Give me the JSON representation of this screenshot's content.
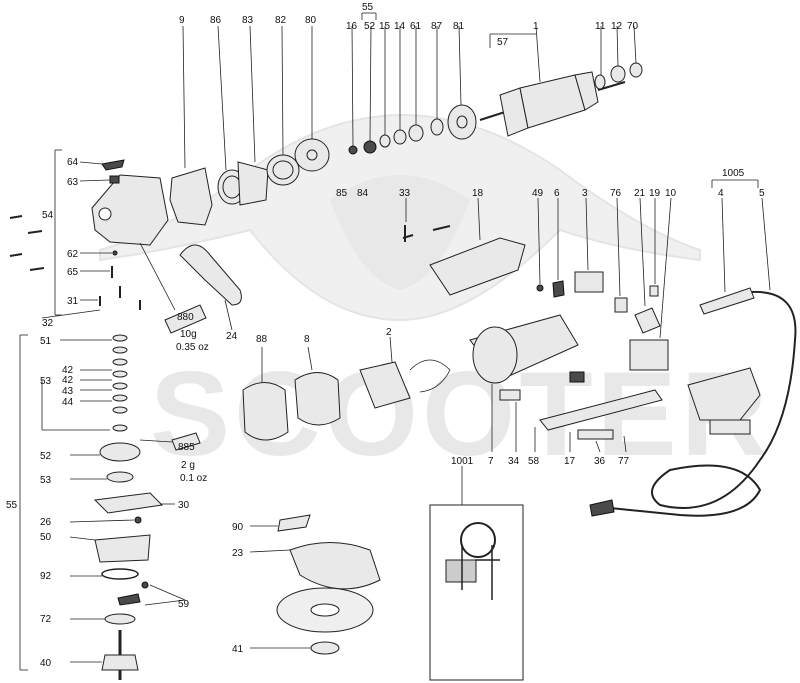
{
  "watermark": {
    "brand_name": "SCOOTER",
    "logo_mark": "tiger-head-logo"
  },
  "labels": {
    "l9": "9",
    "l86": "86",
    "l83": "83",
    "l82": "82",
    "l80": "80",
    "l55top": "55",
    "l16": "16",
    "l52top": "52",
    "l15": "15",
    "l14": "14",
    "l61": "61",
    "l87": "87",
    "l81": "81",
    "l1": "1",
    "l57": "57",
    "l11": "11",
    "l12": "12",
    "l70": "70",
    "l64": "64",
    "l63": "63",
    "l54": "54",
    "l62": "62",
    "l65": "65",
    "l31": "31",
    "l32": "32",
    "l880": "880",
    "l880_note1": "10g",
    "l880_note2": "0.35 oz",
    "l24": "24",
    "l88": "88",
    "l8": "8",
    "l85": "85",
    "l84": "84",
    "l33": "33",
    "l18": "18",
    "l49": "49",
    "l6": "6",
    "l3": "3",
    "l76": "76",
    "l21": "21",
    "l19": "19",
    "l10": "10",
    "l1005": "1005",
    "l4": "4",
    "l5": "5",
    "l2": "2",
    "l51": "51",
    "l53": "53",
    "l42a": "42",
    "l42b": "42",
    "l43": "43",
    "l44": "44",
    "l55": "55",
    "l52": "52",
    "l53b": "53",
    "l885": "885",
    "l885_note1": "2 g",
    "l885_note2": "0.1 oz",
    "l26": "26",
    "l30": "30",
    "l50": "50",
    "l92": "92",
    "l59": "59",
    "l72": "72",
    "l40": "40",
    "l90": "90",
    "l23": "23",
    "l41": "41",
    "l1001": "1001",
    "l7": "7",
    "l34": "34",
    "l58": "58",
    "l17": "17",
    "l36": "36",
    "l77": "77"
  }
}
